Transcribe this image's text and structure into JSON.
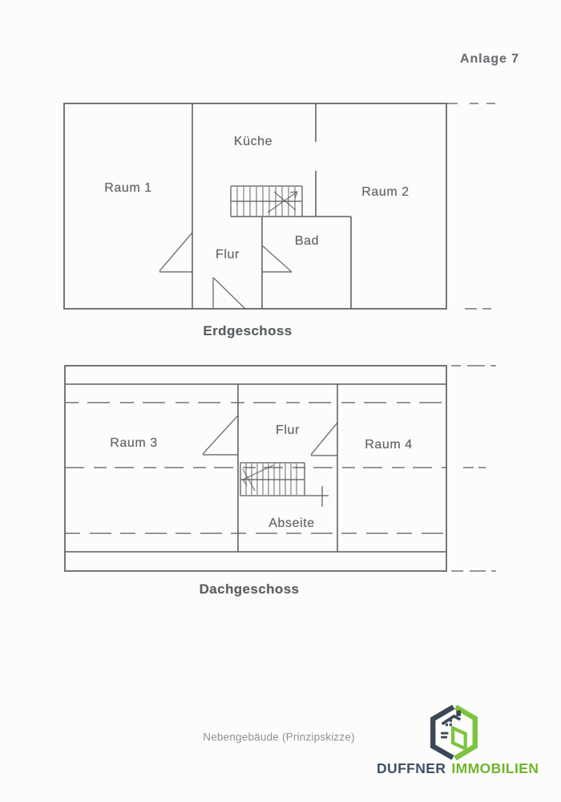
{
  "page": {
    "annotation": "Anlage 7",
    "footer_caption": "Nebengebäude (Prinzipskizze)",
    "paper_color": "#fcfcfb",
    "line_color": "#54585c",
    "label_color": "#63676b"
  },
  "floorplans": [
    {
      "id": "erdgeschoss",
      "title": "Erdgeschoss",
      "rooms": [
        {
          "id": "raum1",
          "label": "Raum 1"
        },
        {
          "id": "kueche",
          "label": "Küche"
        },
        {
          "id": "raum2",
          "label": "Raum 2"
        },
        {
          "id": "flur",
          "label": "Flur"
        },
        {
          "id": "bad",
          "label": "Bad"
        }
      ]
    },
    {
      "id": "dachgeschoss",
      "title": "Dachgeschoss",
      "rooms": [
        {
          "id": "raum3",
          "label": "Raum 3"
        },
        {
          "id": "flur",
          "label": "Flur"
        },
        {
          "id": "raum4",
          "label": "Raum 4"
        },
        {
          "id": "abseite",
          "label": "Abseite"
        }
      ]
    }
  ],
  "logo": {
    "brand_primary": "DUFFNER",
    "brand_secondary": "IMMOBILIEN",
    "colors": {
      "dark": "#3d4856",
      "text_dark": "#3e4f66",
      "green": "#7cc440",
      "text_green": "#70b52c"
    }
  }
}
